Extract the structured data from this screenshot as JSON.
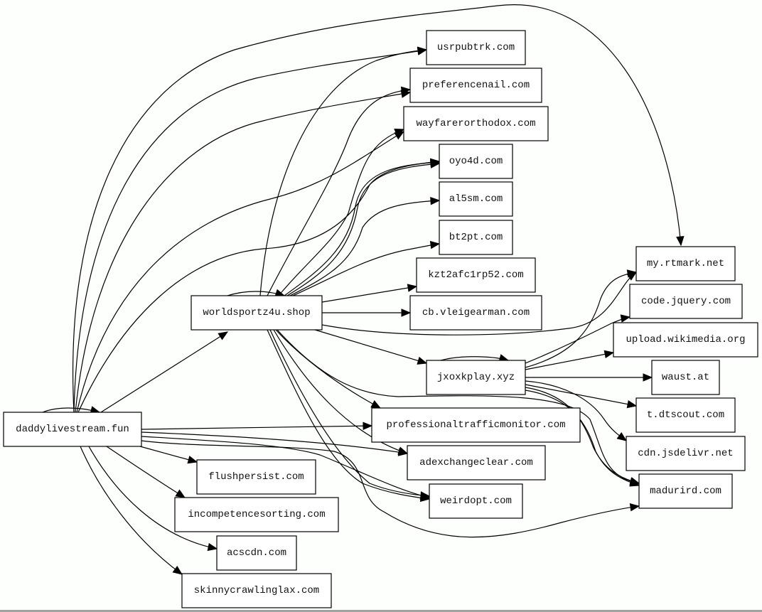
{
  "diagram": {
    "type": "directed-graph",
    "colors": {
      "background": "#fdfffd",
      "node_fill": "#ffffff",
      "stroke": "#000000",
      "text": "#111111"
    },
    "nodes": [
      {
        "id": "daddylivestream",
        "label": "daddylivestream.fun"
      },
      {
        "id": "worldsportz4u",
        "label": "worldsportz4u.shop"
      },
      {
        "id": "jxoxkplay",
        "label": "jxoxkplay.xyz"
      },
      {
        "id": "usrpubtrk",
        "label": "usrpubtrk.com"
      },
      {
        "id": "preferencenail",
        "label": "preferencenail.com"
      },
      {
        "id": "wayfarerorthodox",
        "label": "wayfarerorthodox.com"
      },
      {
        "id": "oyo4d",
        "label": "oyo4d.com"
      },
      {
        "id": "al5sm",
        "label": "al5sm.com"
      },
      {
        "id": "bt2pt",
        "label": "bt2pt.com"
      },
      {
        "id": "kzt2afc1rp52",
        "label": "kzt2afc1rp52.com"
      },
      {
        "id": "cbvleigearman",
        "label": "cb.vleigearman.com"
      },
      {
        "id": "professionaltrafficmonitor",
        "label": "professionaltrafficmonitor.com"
      },
      {
        "id": "adexchangeclear",
        "label": "adexchangeclear.com"
      },
      {
        "id": "weirdopt",
        "label": "weirdopt.com"
      },
      {
        "id": "flushpersist",
        "label": "flushpersist.com"
      },
      {
        "id": "incompetencesorting",
        "label": "incompetencesorting.com"
      },
      {
        "id": "acscdn",
        "label": "acscdn.com"
      },
      {
        "id": "skinnycrawlinglax",
        "label": "skinnycrawlinglax.com"
      },
      {
        "id": "myrtmark",
        "label": "my.rtmark.net"
      },
      {
        "id": "codejquery",
        "label": "code.jquery.com"
      },
      {
        "id": "uploadwikimedia",
        "label": "upload.wikimedia.org"
      },
      {
        "id": "waustat",
        "label": "waust.at"
      },
      {
        "id": "tdtscout",
        "label": "t.dtscout.com"
      },
      {
        "id": "cdnjsdelivr",
        "label": "cdn.jsdelivr.net"
      },
      {
        "id": "madurird",
        "label": "madurird.com"
      }
    ],
    "edges": [
      {
        "from": "daddylivestream",
        "to": "daddylivestream"
      },
      {
        "from": "daddylivestream",
        "to": "worldsportz4u"
      },
      {
        "from": "daddylivestream",
        "to": "myrtmark"
      },
      {
        "from": "daddylivestream",
        "to": "usrpubtrk"
      },
      {
        "from": "daddylivestream",
        "to": "preferencenail"
      },
      {
        "from": "daddylivestream",
        "to": "wayfarerorthodox"
      },
      {
        "from": "daddylivestream",
        "to": "oyo4d"
      },
      {
        "from": "daddylivestream",
        "to": "professionaltrafficmonitor"
      },
      {
        "from": "daddylivestream",
        "to": "adexchangeclear"
      },
      {
        "from": "daddylivestream",
        "to": "weirdopt"
      },
      {
        "from": "daddylivestream",
        "to": "madurird"
      },
      {
        "from": "daddylivestream",
        "to": "flushpersist"
      },
      {
        "from": "daddylivestream",
        "to": "incompetencesorting"
      },
      {
        "from": "daddylivestream",
        "to": "acscdn"
      },
      {
        "from": "daddylivestream",
        "to": "skinnycrawlinglax"
      },
      {
        "from": "worldsportz4u",
        "to": "worldsportz4u"
      },
      {
        "from": "worldsportz4u",
        "to": "usrpubtrk"
      },
      {
        "from": "worldsportz4u",
        "to": "preferencenail"
      },
      {
        "from": "worldsportz4u",
        "to": "wayfarerorthodox"
      },
      {
        "from": "worldsportz4u",
        "to": "oyo4d"
      },
      {
        "from": "worldsportz4u",
        "to": "al5sm"
      },
      {
        "from": "worldsportz4u",
        "to": "bt2pt"
      },
      {
        "from": "worldsportz4u",
        "to": "kzt2afc1rp52"
      },
      {
        "from": "worldsportz4u",
        "to": "cbvleigearman"
      },
      {
        "from": "worldsportz4u",
        "to": "myrtmark"
      },
      {
        "from": "worldsportz4u",
        "to": "jxoxkplay"
      },
      {
        "from": "worldsportz4u",
        "to": "professionaltrafficmonitor"
      },
      {
        "from": "worldsportz4u",
        "to": "adexchangeclear"
      },
      {
        "from": "worldsportz4u",
        "to": "weirdopt"
      },
      {
        "from": "worldsportz4u",
        "to": "madurird"
      },
      {
        "from": "jxoxkplay",
        "to": "jxoxkplay"
      },
      {
        "from": "jxoxkplay",
        "to": "myrtmark"
      },
      {
        "from": "jxoxkplay",
        "to": "codejquery"
      },
      {
        "from": "jxoxkplay",
        "to": "uploadwikimedia"
      },
      {
        "from": "jxoxkplay",
        "to": "waustat"
      },
      {
        "from": "jxoxkplay",
        "to": "tdtscout"
      },
      {
        "from": "jxoxkplay",
        "to": "cdnjsdelivr"
      },
      {
        "from": "jxoxkplay",
        "to": "madurird"
      }
    ]
  }
}
